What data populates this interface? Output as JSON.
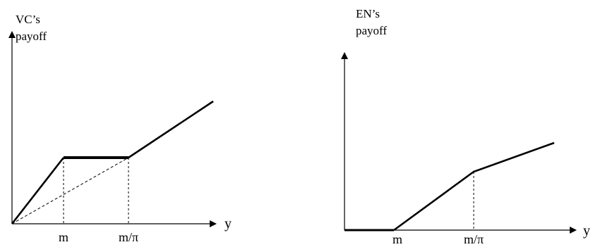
{
  "left_panel": {
    "ylabel_line1": "VC’s",
    "ylabel_line2": "payoff",
    "xlabel": "y",
    "tick_m": "m",
    "tick_m_over_pi": "m/π"
  },
  "right_panel": {
    "ylabel_line1": "EN’s",
    "ylabel_line2": "payoff",
    "xlabel": "y",
    "tick_m": "m",
    "tick_m_over_pi": "m/π"
  }
}
